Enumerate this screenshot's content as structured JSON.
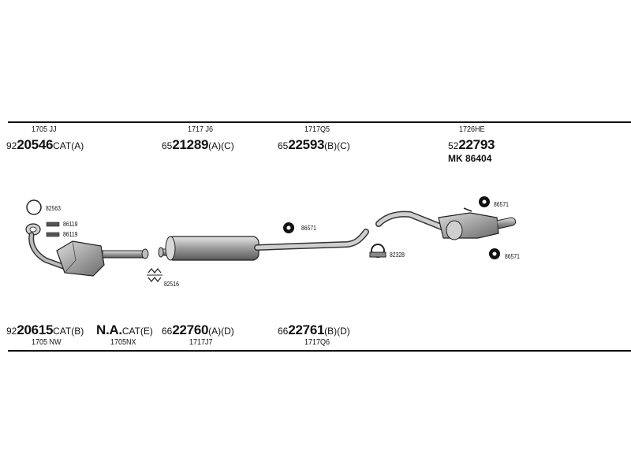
{
  "top_items": [
    {
      "code": "1705 JJ",
      "prefix": "92",
      "number": "20546",
      "suffix": "CAT(A)"
    },
    {
      "code": "1717 J6",
      "prefix": "65",
      "number": "21289",
      "suffix": "(A)(C)"
    },
    {
      "code": "1717Q5",
      "prefix": "65",
      "number": "22593",
      "suffix": "(B)(C)"
    },
    {
      "code": "1726HE",
      "prefix": "52",
      "number": "22793",
      "suffix": "",
      "extra": "MK  86404"
    }
  ],
  "bottom_items": [
    {
      "prefix": "92",
      "number": "20615",
      "suffix": "CAT(B)",
      "code": "1705 NW"
    },
    {
      "prefix": "",
      "number": "N.A.",
      "suffix": "CAT(E)",
      "code": "1705NX"
    },
    {
      "prefix": "66",
      "number": "22760",
      "suffix": "(A)(D)",
      "code": "1717J7"
    },
    {
      "prefix": "66",
      "number": "22761",
      "suffix": "(B)(D)",
      "code": "1717Q6"
    }
  ],
  "refs": {
    "gasket_ring": "82563",
    "gasket_1": "86119",
    "gasket_2": "86119",
    "clamp": "82516",
    "rubber_mid": "86571",
    "clamp_rear": "82328",
    "rubber_rear_top": "86571",
    "rubber_rear_bottom": "86571"
  }
}
